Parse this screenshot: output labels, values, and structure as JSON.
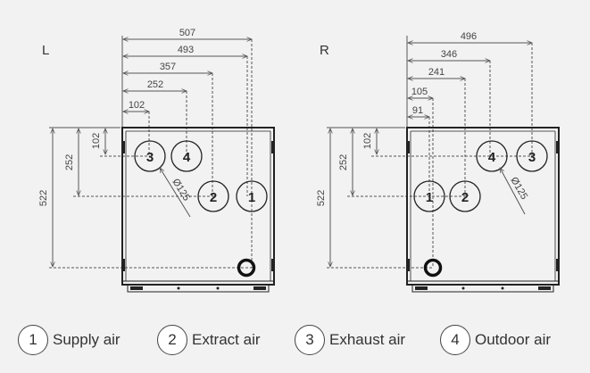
{
  "views": {
    "left": {
      "label": "L",
      "dimensions": [
        "507",
        "493",
        "357",
        "252",
        "102"
      ],
      "vertical": [
        "102",
        "252",
        "522"
      ],
      "ports": [
        "3",
        "4",
        "2",
        "1"
      ],
      "diameter": "Ø125"
    },
    "right": {
      "label": "R",
      "dimensions": [
        "496",
        "346",
        "241",
        "105",
        "91"
      ],
      "vertical": [
        "102",
        "252",
        "522"
      ],
      "ports": [
        "1",
        "2",
        "4",
        "3"
      ],
      "diameter": "Ø125"
    }
  },
  "legend": [
    {
      "num": "1",
      "label": "Supply air"
    },
    {
      "num": "2",
      "label": "Extract air"
    },
    {
      "num": "3",
      "label": "Exhaust air"
    },
    {
      "num": "4",
      "label": "Outdoor air"
    }
  ]
}
